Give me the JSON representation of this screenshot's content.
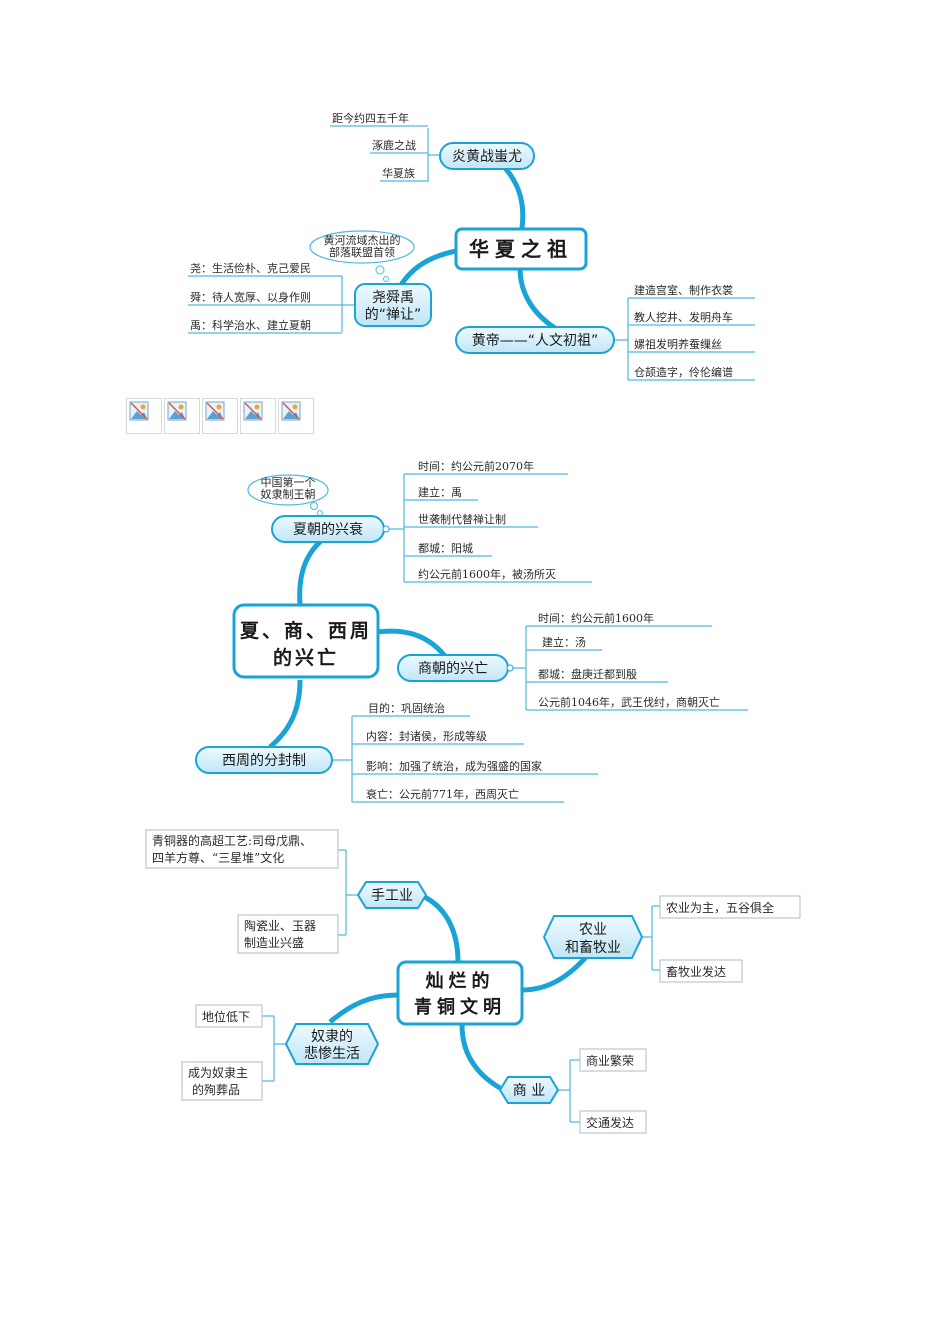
{
  "map1": {
    "center": "华夏之祖",
    "yanhuang": {
      "title": "炎黄战蚩尤",
      "items": [
        "距今约四五千年",
        "涿鹿之战",
        "华夏族"
      ]
    },
    "yaoshunyu": {
      "title_line1": "尧舜禹",
      "title_line2": "的“禅让”",
      "bubble_line1": "黄河流域杰出的",
      "bubble_line2": "部落联盟首领",
      "items": [
        "尧：生活俭朴、克己爱民",
        "舜：待人宽厚、以身作则",
        "禹：科学治水、建立夏朝"
      ]
    },
    "huangdi": {
      "title": "黄帝——“人文初祖”",
      "items": [
        "建造宫室、制作衣裳",
        "教人挖井、发明舟车",
        "嫘祖发明养蚕缫丝",
        "仓颉造字，伶伦编谱"
      ]
    }
  },
  "thumbnails": [
    "image-icon",
    "image-icon",
    "image-icon",
    "image-icon",
    "image-icon"
  ],
  "map2": {
    "center_line1": "夏、商、西周",
    "center_line2": "的兴亡",
    "xia": {
      "title": "夏朝的兴衰",
      "bubble_line1": "中国第一个",
      "bubble_line2": "奴隶制王朝",
      "items": [
        "时间：约公元前2070年",
        "建立：禹",
        "世袭制代替禅让制",
        "都城：阳城",
        "约公元前1600年，被汤所灭"
      ]
    },
    "shang": {
      "title": "商朝的兴亡",
      "items": [
        "时间：约公元前1600年",
        "建立：汤",
        "都城：盘庚迁都到殷",
        "公元前1046年，武王伐纣，商朝灭亡"
      ]
    },
    "zhou": {
      "title": "西周的分封制",
      "items": [
        "目的：巩固统治",
        "内容：封诸侯，形成等级",
        "影响：加强了统治，成为强盛的国家",
        "衰亡：公元前771年，西周灭亡"
      ]
    }
  },
  "map3": {
    "center_line1": "灿烂的",
    "center_line2": "青铜文明",
    "handicraft": {
      "title": "手工业",
      "item1_line1": "青铜器的高超工艺:司母戊鼎、",
      "item1_line2": "四羊方尊、“三星堆”文化",
      "item2_line1": "陶瓷业、玉器",
      "item2_line2": "制造业兴盛"
    },
    "agriculture": {
      "title_line1": "农业",
      "title_line2": "和畜牧业",
      "items": [
        "农业为主，五谷俱全",
        "畜牧业发达"
      ]
    },
    "slaves": {
      "title_line1": "奴隶的",
      "title_line2": "悲惨生活",
      "item1": "地位低下",
      "item2_line1": "成为奴隶主",
      "item2_line2": "的殉葬品"
    },
    "commerce": {
      "title": "商 业",
      "items": [
        "商业繁荣",
        "交通发达"
      ]
    }
  },
  "colors": {
    "accent": "#1aa3d6",
    "fill": "#d6f0fa",
    "line": "#4fb8e0",
    "text": "#1a1a1a"
  }
}
